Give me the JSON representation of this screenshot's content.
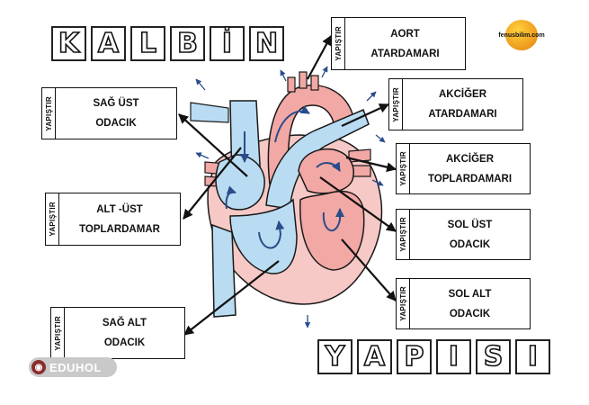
{
  "title_top": [
    "K",
    "A",
    "L",
    "B",
    "İ",
    "N"
  ],
  "title_bottom": [
    "Y",
    "A",
    "P",
    "I",
    "S",
    "I"
  ],
  "label_side": "YAPIŞTIR",
  "labels": [
    {
      "key": "aort",
      "line1": "AORT",
      "line2": "ATARDAMARI"
    },
    {
      "key": "sag-ust-odacik",
      "line1": "SAĞ ÜST",
      "line2": "ODACIK"
    },
    {
      "key": "akciger-atardamari",
      "line1": "AKCİĞER",
      "line2": "ATARDAMARI"
    },
    {
      "key": "akciger-toplardamari",
      "line1": "AKCİĞER",
      "line2": "TOPLARDAMARI"
    },
    {
      "key": "alt-ust-toplardamar",
      "line1": "ALT -ÜST",
      "line2": "TOPLARDAMAR"
    },
    {
      "key": "sol-ust-odacik",
      "line1": "SOL ÜST",
      "line2": "ODACIK"
    },
    {
      "key": "sol-alt-odacik",
      "line1": "SOL ALT",
      "line2": "ODACIK"
    },
    {
      "key": "sag-alt-odacik",
      "line1": "SAĞ ALT",
      "line2": "ODACIK"
    }
  ],
  "logo_text": "fenusbilim.com",
  "watermark": "EDUHOL",
  "colors": {
    "blue": "#b9dcf2",
    "red": "#f2a8a4",
    "pink": "#f6c9c6",
    "outline": "#1a1a1a"
  }
}
